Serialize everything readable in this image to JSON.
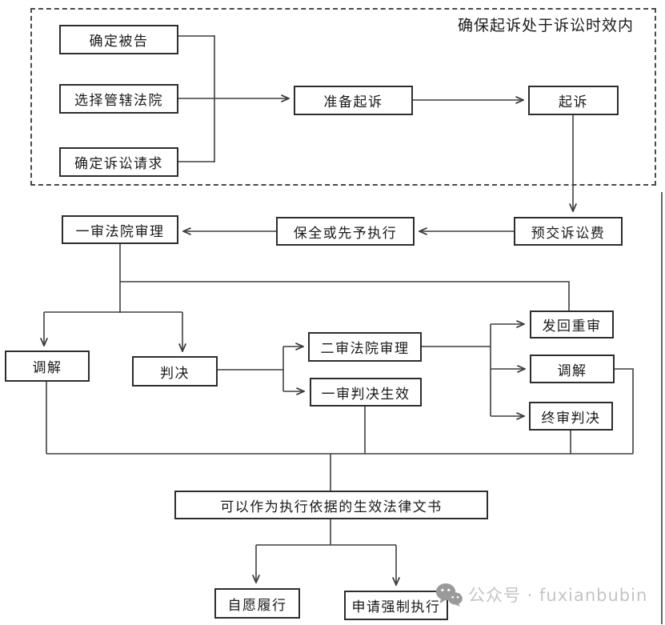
{
  "note": "确保起诉处于诉讼时效内",
  "nodes": [
    {
      "id": "determine-defendant",
      "label": "确定被告"
    },
    {
      "id": "choose-jurisdiction-court",
      "label": "选择管辖法院"
    },
    {
      "id": "determine-claims",
      "label": "确定诉讼请求"
    },
    {
      "id": "prepare-lawsuit",
      "label": "准备起诉"
    },
    {
      "id": "file-lawsuit",
      "label": "起诉"
    },
    {
      "id": "prepay-litigation-fee",
      "label": "预交诉讼费"
    },
    {
      "id": "preservation-or-advance-execution",
      "label": "保全或先予执行"
    },
    {
      "id": "first-instance-trial",
      "label": "一审法院审理"
    },
    {
      "id": "mediation-first-instance",
      "label": "调解"
    },
    {
      "id": "judgment",
      "label": "判决"
    },
    {
      "id": "second-instance-trial",
      "label": "二审法院审理"
    },
    {
      "id": "first-judgment-effective",
      "label": "一审判决生效"
    },
    {
      "id": "remand-for-retrial",
      "label": "发回重审"
    },
    {
      "id": "mediation-second-instance",
      "label": "调解"
    },
    {
      "id": "final-judgment",
      "label": "终审判决"
    },
    {
      "id": "effective-legal-documents",
      "label": "可以作为执行依据的生效法律文书"
    },
    {
      "id": "voluntary-performance",
      "label": "自愿履行"
    },
    {
      "id": "apply-compulsory-execution",
      "label": "申请强制执行"
    }
  ],
  "watermark": {
    "text": "公众号 · fuxianbubin",
    "icon": "wechat-icon"
  },
  "colors": {
    "line": "#3f3f3f",
    "box_border": "#2d2d2d",
    "text": "#1a1a1a",
    "watermark_text": "#c4c4c4",
    "watermark_icon": "#9a9a9a",
    "background": "#ffffff"
  }
}
